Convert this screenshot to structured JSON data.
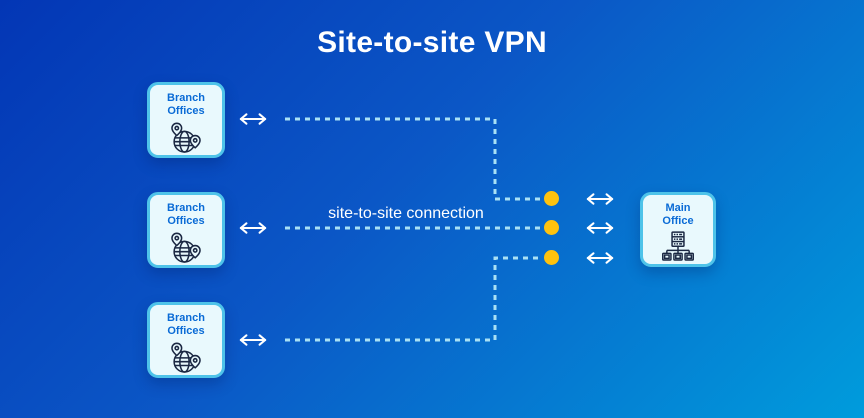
{
  "title": "Site-to-site VPN",
  "connection_label": "site-to-site connection",
  "nodes": {
    "branches": [
      {
        "label": "Branch Offices"
      },
      {
        "label": "Branch Offices"
      },
      {
        "label": "Branch Offices"
      }
    ],
    "main": {
      "label": "Main Office"
    }
  },
  "icons": {
    "branch": "globe-location-pins-icon",
    "main": "office-network-icon",
    "link": "double-headed-arrow-icon",
    "junction": "yellow-dot"
  },
  "colors": {
    "background_gradient_start": "#0336B5",
    "background_gradient_end": "#009CDC",
    "box_border": "#4EC3E9",
    "box_background": "#E9F9FD",
    "node_label_blue": "#0A6BD6",
    "dashed_line": "#A9E1F5",
    "junction_dot": "#FFC20E",
    "arrow": "#FFFFFF",
    "icon_stroke": "#1A2742",
    "title_text": "#FFFFFF"
  }
}
